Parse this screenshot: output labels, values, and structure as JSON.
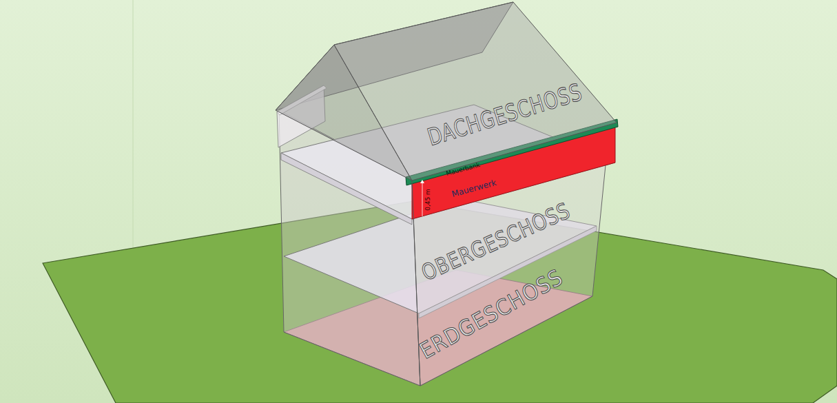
{
  "diagram": {
    "labels": [
      "DACHGESCHOSS",
      "Mauerbank",
      "Mauerwerk",
      "0,45 m",
      "OBERGESCHOSS",
      "ERDGESCHOSS"
    ]
  }
}
